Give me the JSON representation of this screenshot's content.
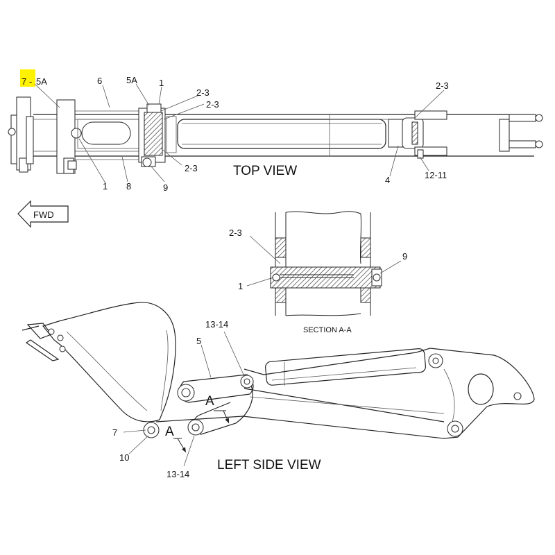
{
  "callouts": {
    "top_7": "7",
    "top_5a_left": "5A",
    "top_6": "6",
    "top_5a_mid": "5A",
    "top_1_top": "1",
    "top_2_3_a": "2-3",
    "top_2_3_b": "2-3",
    "top_2_3_right": "2-3",
    "top_2_3_bottom": "2-3",
    "top_1_bottom": "1",
    "top_8": "8",
    "top_9": "9",
    "top_4": "4",
    "top_12_11": "12-11",
    "sec_2_3": "2-3",
    "sec_1": "1",
    "sec_9": "9",
    "side_13_14_top": "13-14",
    "side_5": "5",
    "side_a_upper": "A",
    "side_a_lower": "A",
    "side_7": "7",
    "side_10": "10",
    "side_13_14_bottom": "13-14"
  },
  "views": {
    "top": "TOP VIEW",
    "section": "SECTION A-A",
    "left_side": "LEFT SIDE VIEW"
  },
  "direction_arrow": "FWD",
  "highlight_color": "#fff200",
  "callout_separator": "-"
}
